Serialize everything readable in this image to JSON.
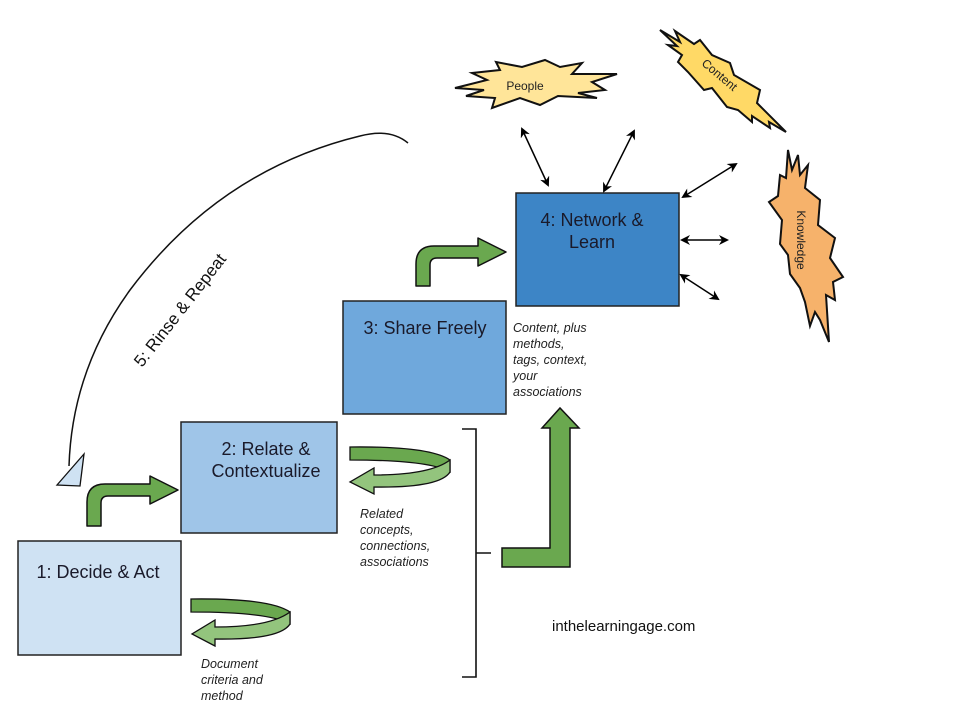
{
  "title": "Learning cycle: Decide, Relate, Share, Network, Repeat",
  "colors": {
    "step1": "#cfe2f3",
    "step2": "#9fc5e8",
    "step3": "#6fa8dc",
    "step4": "#3d85c6",
    "green_arrow": "#6aa84f",
    "green_light": "#93c47d",
    "people_burst": "#ffe599",
    "content_burst": "#ffd966",
    "knowledge_burst": "#f6b26b",
    "stroke": "#000000"
  },
  "steps": [
    {
      "id": "step-1",
      "lines": [
        "1: Decide & Act"
      ]
    },
    {
      "id": "step-2",
      "lines": [
        "2: Relate &",
        "Contextualize"
      ]
    },
    {
      "id": "step-3",
      "lines": [
        "3: Share Freely"
      ]
    },
    {
      "id": "step-4",
      "lines": [
        "4: Network &",
        "Learn"
      ]
    }
  ],
  "notes": {
    "step1": [
      "Document",
      "criteria and",
      "method"
    ],
    "step2": [
      "Related",
      "concepts,",
      "connections,",
      "associations"
    ],
    "step3": [
      "Content, plus",
      "methods,",
      "tags, context,",
      "your",
      "associations"
    ]
  },
  "loop_label": "5: Rinse & Repeat",
  "bursts": {
    "people": "People",
    "content": "Content",
    "knowledge": "Knowledge"
  },
  "website": "inthelearningage.com"
}
